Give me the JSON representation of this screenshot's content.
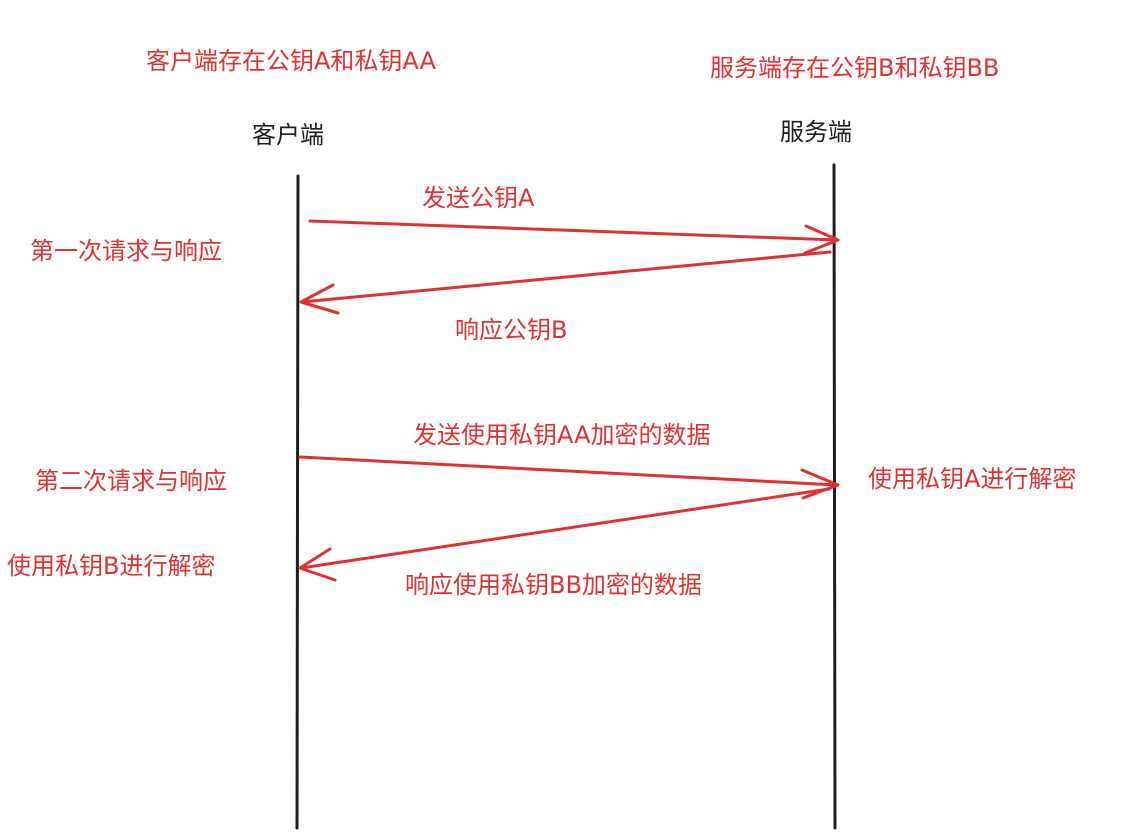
{
  "colors": {
    "accent": "#e03131",
    "line": "#1e1e1e",
    "background": "#ffffff"
  },
  "client": {
    "note": "客户端存在公钥A和私钥AA",
    "title": "客户端"
  },
  "server": {
    "note": "服务端存在公钥B和私钥BB",
    "title": "服务端"
  },
  "round1": {
    "label": "第一次请求与响应",
    "request": "发送公钥A",
    "response": "响应公钥B"
  },
  "round2": {
    "label": "第二次请求与响应",
    "request": "发送使用私钥AA加密的数据",
    "server_action": "使用私钥A进行解密",
    "response": "响应使用私钥BB加密的数据",
    "client_action": "使用私钥B进行解密"
  }
}
